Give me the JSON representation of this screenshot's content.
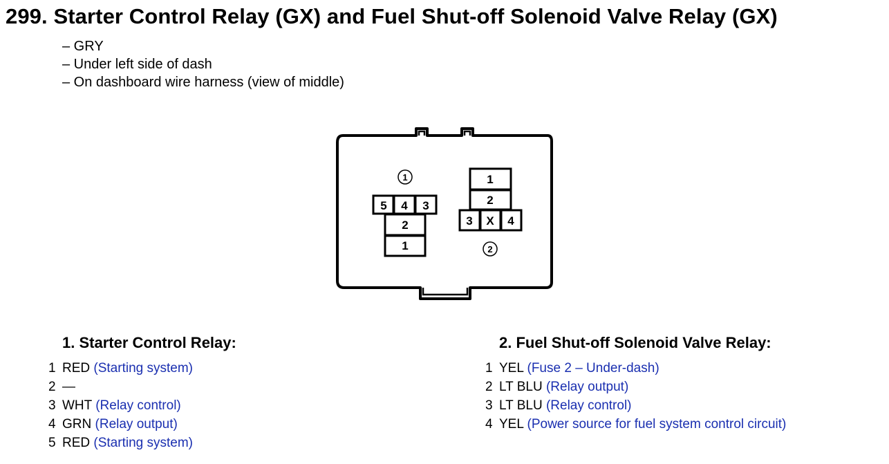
{
  "header": {
    "title": "299. Starter Control Relay (GX) and Fuel Shut-off Solenoid Valve Relay (GX)"
  },
  "details": [
    "– GRY",
    "– Under left side of dash",
    "– On dashboard wire harness (view of middle)"
  ],
  "diagram": {
    "relay1_marker": "①",
    "relay2_marker": "②",
    "relay1_cells": {
      "c5": "5",
      "c4": "4",
      "c3": "3",
      "c2": "2",
      "c1": "1"
    },
    "relay2_cells": {
      "c1": "1",
      "c2": "2",
      "c3": "3",
      "cx": "X",
      "c4": "4"
    }
  },
  "relay1": {
    "heading": "1. Starter Control Relay:",
    "pins": [
      {
        "num": "1",
        "wire": "RED",
        "desc": "(Starting system)"
      },
      {
        "num": "2",
        "wire": "—",
        "desc": ""
      },
      {
        "num": "3",
        "wire": "WHT",
        "desc": "(Relay control)"
      },
      {
        "num": "4",
        "wire": "GRN",
        "desc": "(Relay output)"
      },
      {
        "num": "5",
        "wire": "RED",
        "desc": "(Starting system)"
      }
    ]
  },
  "relay2": {
    "heading": "2. Fuel Shut-off Solenoid Valve Relay:",
    "pins": [
      {
        "num": "1",
        "wire": "YEL",
        "desc": "(Fuse 2 – Under-dash)"
      },
      {
        "num": "2",
        "wire": "LT BLU",
        "desc": "(Relay output)"
      },
      {
        "num": "3",
        "wire": "LT BLU",
        "desc": "(Relay control)"
      },
      {
        "num": "4",
        "wire": "YEL",
        "desc": "(Power source for fuel system control circuit)"
      }
    ]
  },
  "colors": {
    "pin_description": "#1a2fb0"
  }
}
